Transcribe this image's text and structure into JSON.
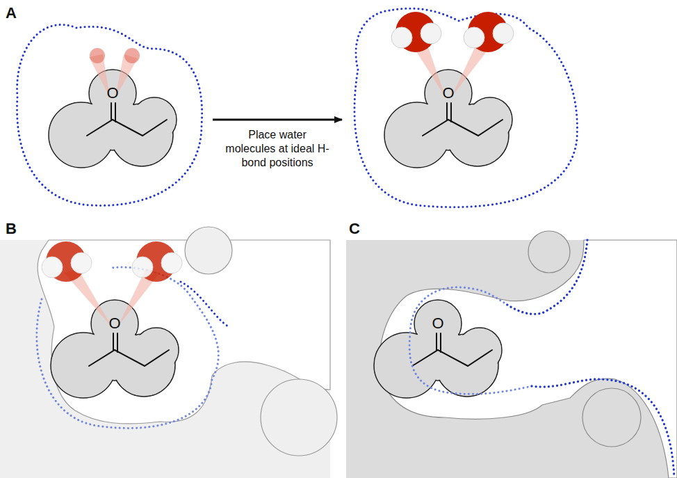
{
  "diagram": {
    "nodes": [
      {
        "text": [
          "O"
        ]
      },
      {
        "text": [
          "O"
        ]
      },
      {
        "text": [
          "O"
        ]
      },
      {
        "text": [
          "O"
        ]
      }
    ],
    "edges": [
      {
        "from": 0,
        "to": 1,
        "arrow": "to",
        "label": "Place water molecules at ideal H-bond positions"
      }
    ],
    "labels": [
      "A",
      "B",
      "C"
    ]
  }
}
